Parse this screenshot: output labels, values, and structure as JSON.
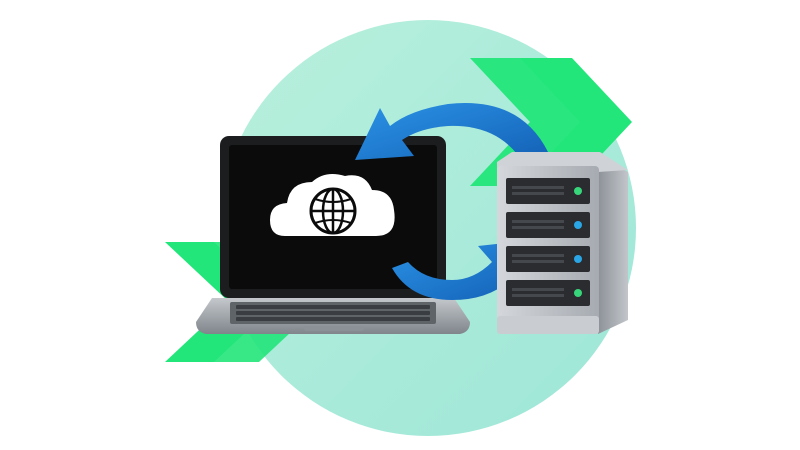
{
  "illustration": {
    "subject": "laptop-server-data-transfer",
    "icons": [
      "cloud-globe-icon",
      "refresh-arrows-icon",
      "chevron-right-icon",
      "server-rack-icon",
      "laptop-icon"
    ],
    "colors": {
      "background": "#ffffff",
      "circle_light": "#c9f2e3",
      "circle_mid": "#9be8d6",
      "chevron_green": "#22e67a",
      "arrow_blue": "#1f86dc",
      "arrow_blue_dark": "#1363b8",
      "laptop_body": "#9aa0a6",
      "laptop_bezel": "#1c1d1f",
      "laptop_screen": "#0b0b0c",
      "cloud_fill": "#ffffff",
      "server_body": "#b8bcc2",
      "server_panel": "#2a2c2f",
      "led_green": "#37d67a",
      "led_blue": "#2aa6e6"
    },
    "server_led_colors": [
      "green",
      "blue",
      "blue",
      "green"
    ]
  }
}
